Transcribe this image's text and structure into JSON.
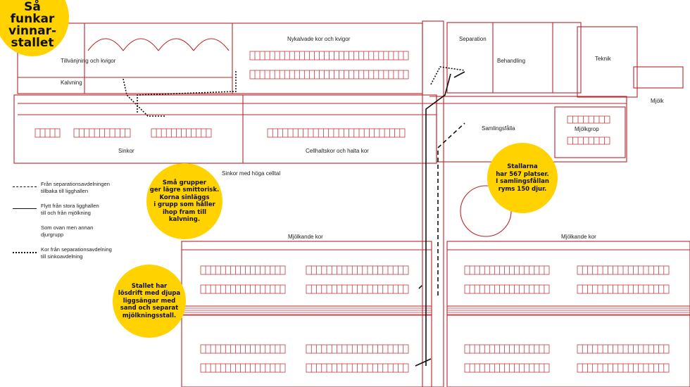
{
  "title_badge": {
    "text": "Så\nfunkar\nvinnar-\nstallet"
  },
  "rooms": {
    "tillvanjning": "Tillvänjning och kvigor",
    "kalvning": "Kalvning",
    "nykalvade": "Nykalvade kor och kvigor",
    "separation": "Separation",
    "behandling": "Behandling",
    "teknik": "Teknik",
    "mjolk": "Mjölk",
    "samlingsfalla": "Samlingsfålla",
    "mjolkgrop": "Mjölkgrop",
    "sinkor": "Sinkor",
    "cellhaltskor": "Cellhaltskor och halta kor",
    "sinkor_celltal": "Sinkor med höga celltal",
    "mjolkande_left": "Mjölkande kor",
    "mjolkande_right": "Mjölkande kor"
  },
  "callouts": {
    "small_groups": "Små grupper\nger lägre smittorisk.\nKorna sinläggs\ni grupp som håller\nihop fram till\nkalvning.",
    "stallarna": "Stallarna\nhar 567 platser.\nI samlingsfållan\nryms 150 djur.",
    "losdrift": "Stallet har\nlösdrift med djupa\nliggsängar med\nsand och separat\nmjölkningsstall."
  },
  "legend": [
    {
      "style": "dashed",
      "text": "Från separationsavdelningen\ntillbaka till ligghallen"
    },
    {
      "style": "solid",
      "text": "Flytt från stora ligghallen\ntill och från mjölkning"
    },
    {
      "style": "longdash",
      "text": "Som ovan men annan\ndjurgrupp"
    },
    {
      "style": "dotted",
      "text": "Kor från separationsavdelning\ntill sinkoavdelning"
    }
  ],
  "colors": {
    "wall": "#b8242a",
    "badge": "#ffd200",
    "route": "#111111"
  }
}
